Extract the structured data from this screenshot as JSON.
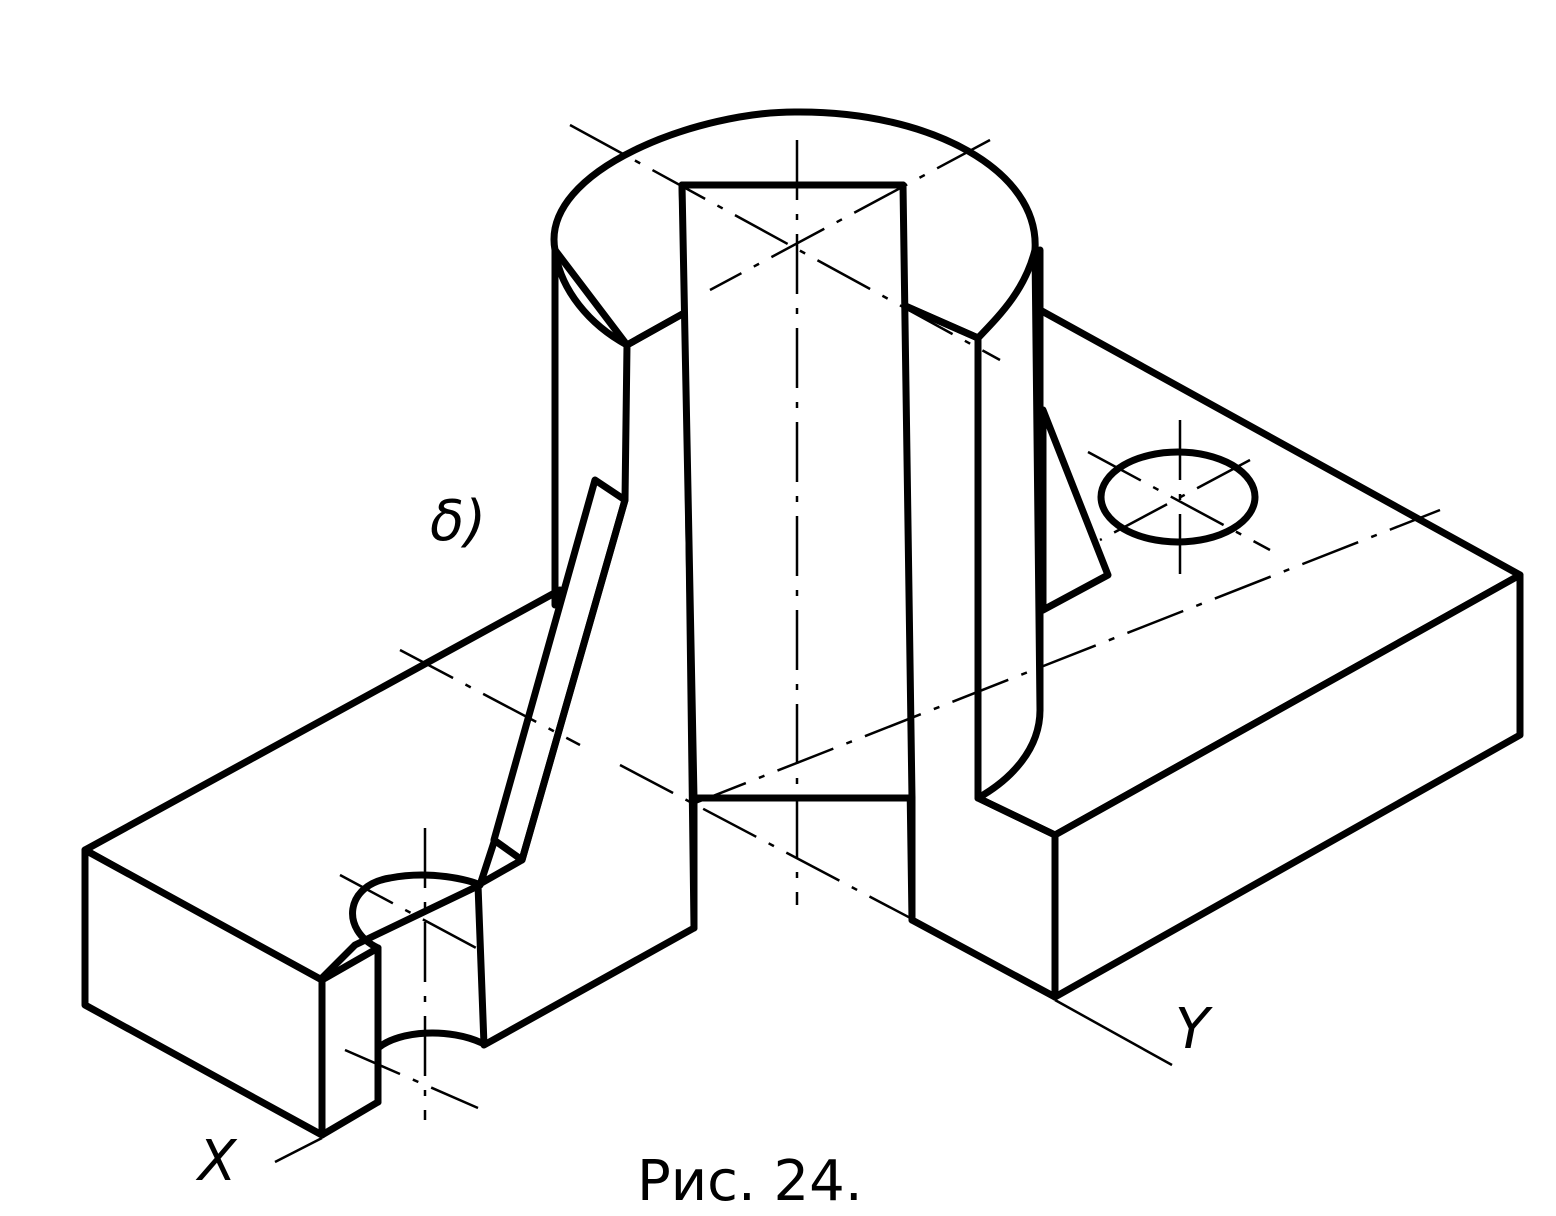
{
  "figure": {
    "view_label": "δ)",
    "axis_x_label": "X",
    "axis_y_label": "Y",
    "caption": "Рис. 24."
  }
}
